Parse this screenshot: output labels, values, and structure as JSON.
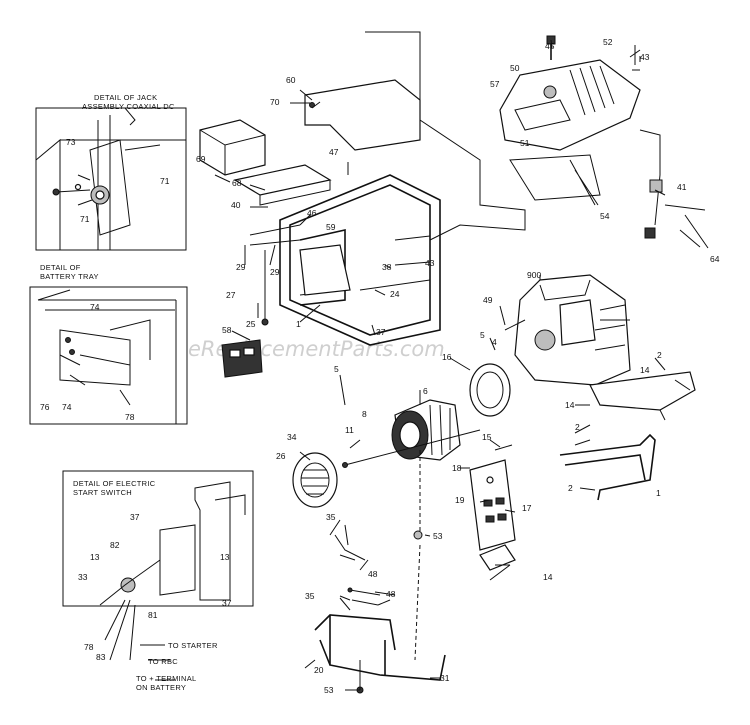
{
  "watermark": "eReplacementParts.com",
  "details": {
    "jack": [
      "DETAIL OF JACK",
      "ASSEMBLY COAXIAL DC"
    ],
    "battery": [
      "DETAIL OF",
      "BATTERY TRAY"
    ],
    "start": [
      "DETAIL OF ELECTRIC",
      "START SWITCH"
    ]
  },
  "wiring": {
    "starter": "TO STARTER",
    "rbc": "TO RBC",
    "terminal": [
      "TO + TERMINAL",
      "ON BATTERY"
    ]
  },
  "callouts": {
    "c45": "45",
    "c52": "52",
    "c43a": "43",
    "c57": "57",
    "c50": "50",
    "c51": "51",
    "c54": "54",
    "c41": "41",
    "c64": "64",
    "c60": "60",
    "c70": "70",
    "c47": "47",
    "c69": "69",
    "c68": "68",
    "c40": "40",
    "c46": "46",
    "c59": "59",
    "c29a": "29",
    "c29b": "29",
    "c43b": "43",
    "c38": "38",
    "c27": "27",
    "c25": "25",
    "c58": "58",
    "c1a": "1",
    "c24": "24",
    "c37a": "37",
    "c900": "900",
    "c49": "49",
    "c5a": "5",
    "c16": "16",
    "c4": "4",
    "c2a": "2",
    "c14a": "14",
    "c14b": "14",
    "c5b": "5",
    "c6": "6",
    "c8": "8",
    "c34": "34",
    "c11": "11",
    "c26": "26",
    "c15": "15",
    "c2b": "2",
    "c2c": "2",
    "c1b": "1",
    "c18": "18",
    "c19": "19",
    "c17": "17",
    "c35a": "35",
    "c53a": "53",
    "c48a": "48",
    "c14c": "14",
    "c35b": "35",
    "c48b": "48",
    "c20": "20",
    "c31": "31",
    "c53b": "53",
    "c73": "73",
    "c71a": "71",
    "c71b": "71",
    "c74a": "74",
    "c76": "76",
    "c74b": "74",
    "c78a": "78",
    "c37b": "37",
    "c82": "82",
    "c13a": "13",
    "c13b": "13",
    "c33": "33",
    "c81": "81",
    "c37c": "37",
    "c78b": "78",
    "c83": "83"
  }
}
